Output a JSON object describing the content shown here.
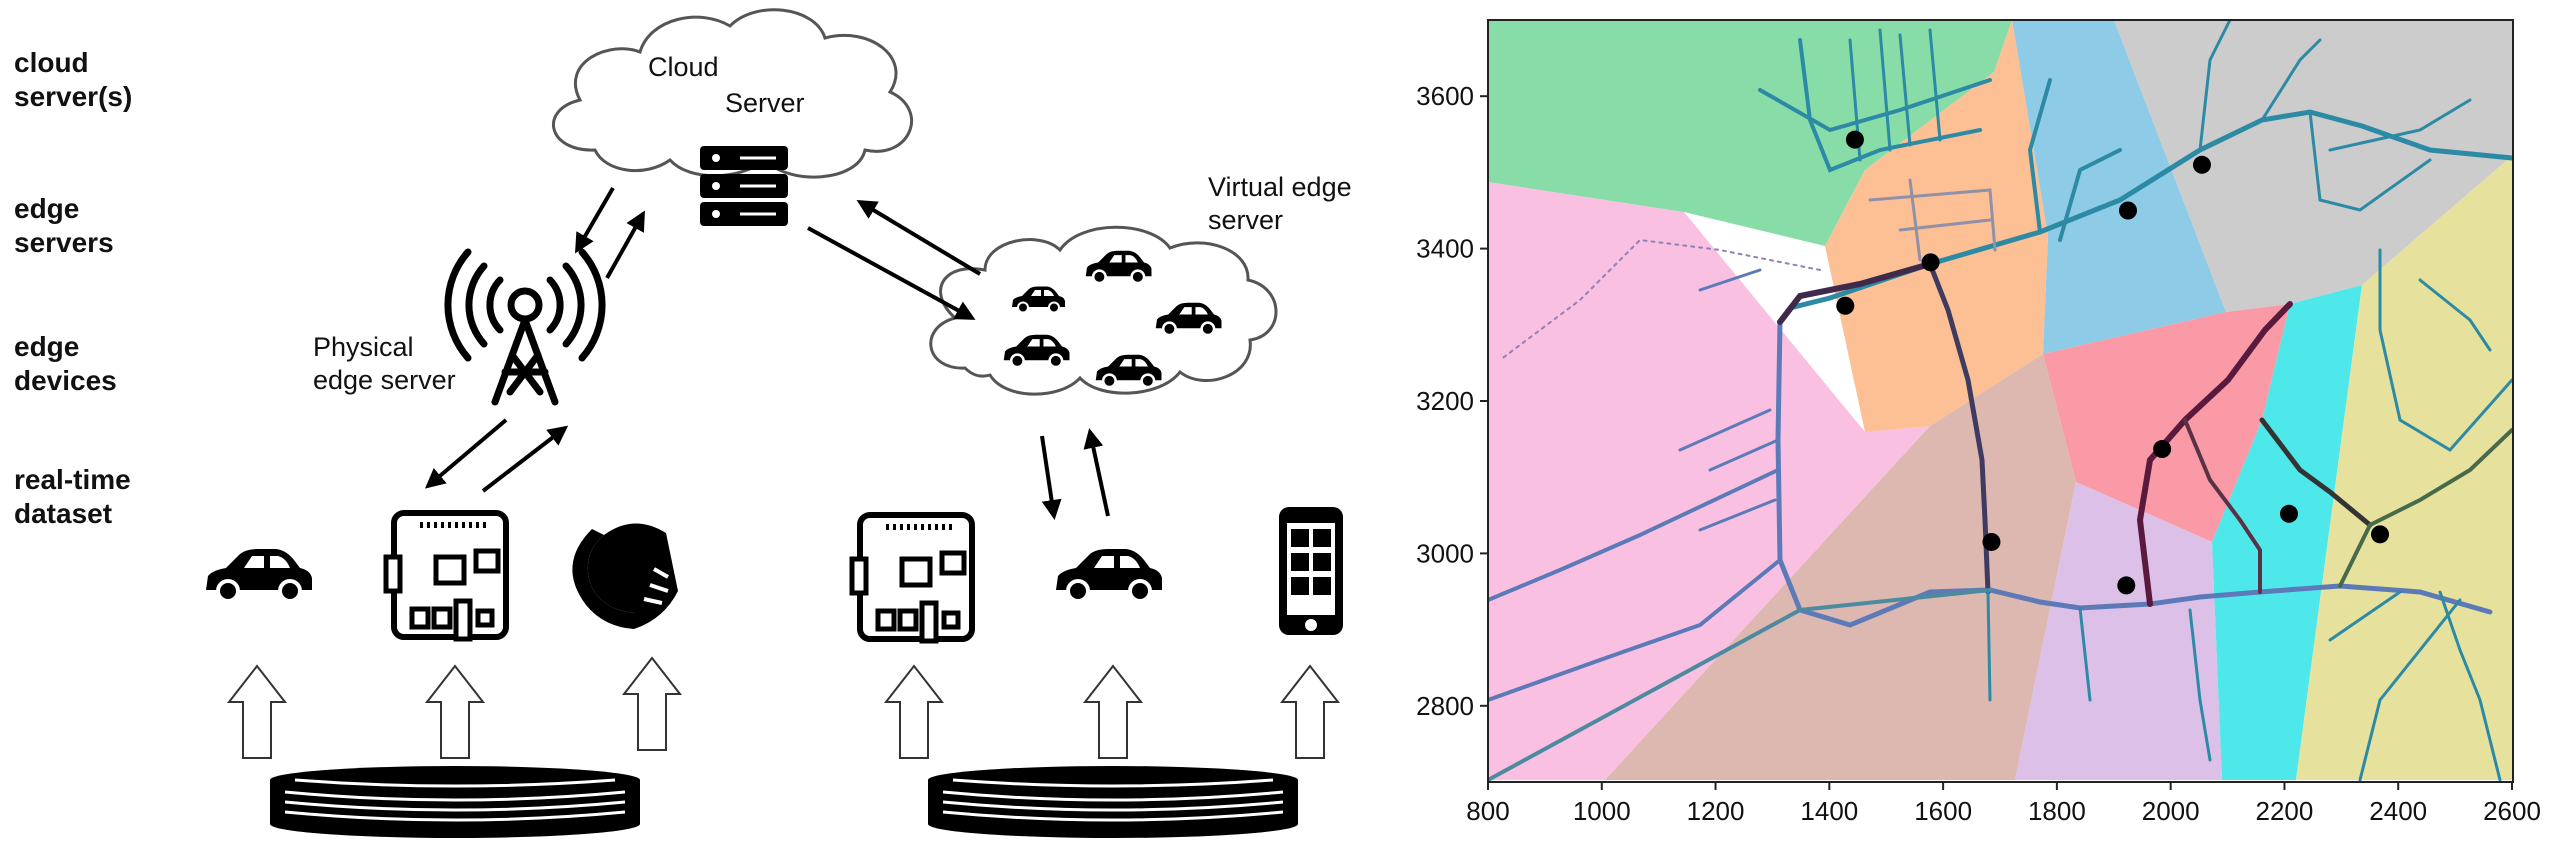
{
  "tiers": {
    "cloud": "cloud\nserver(s)",
    "edge_servers": "edge\nservers",
    "edge_devices": "edge\ndevices",
    "dataset": "real-time\ndataset"
  },
  "labels": {
    "cloud_line1": "Cloud",
    "cloud_line2": "Server",
    "virtual_edge": "Virtual edge\nserver",
    "physical_edge": "Physical\nedge server"
  },
  "map": {
    "x_ticks": [
      "800",
      "1000",
      "1200",
      "1400",
      "1600",
      "1800",
      "2000",
      "2200",
      "2400",
      "2600"
    ],
    "y_ticks": [
      "3600",
      "3400",
      "3200",
      "3000",
      "2800"
    ],
    "edge_server_points": [
      [
        1445,
        3543
      ],
      [
        2055,
        3510
      ],
      [
        1925,
        3450
      ],
      [
        1578,
        3382
      ],
      [
        1428,
        3325
      ],
      [
        1985,
        3137
      ],
      [
        2208,
        3052
      ],
      [
        2368,
        3025
      ],
      [
        1685,
        3015
      ],
      [
        1922,
        2958
      ]
    ],
    "region_colors": [
      "#f9c0e2",
      "#88dca8",
      "#8ecbe6",
      "#cccccc",
      "#fcc094",
      "#f99aa6",
      "#dcb8b0",
      "#dcc0e8",
      "#4fe8ea",
      "#e6e29e"
    ]
  }
}
